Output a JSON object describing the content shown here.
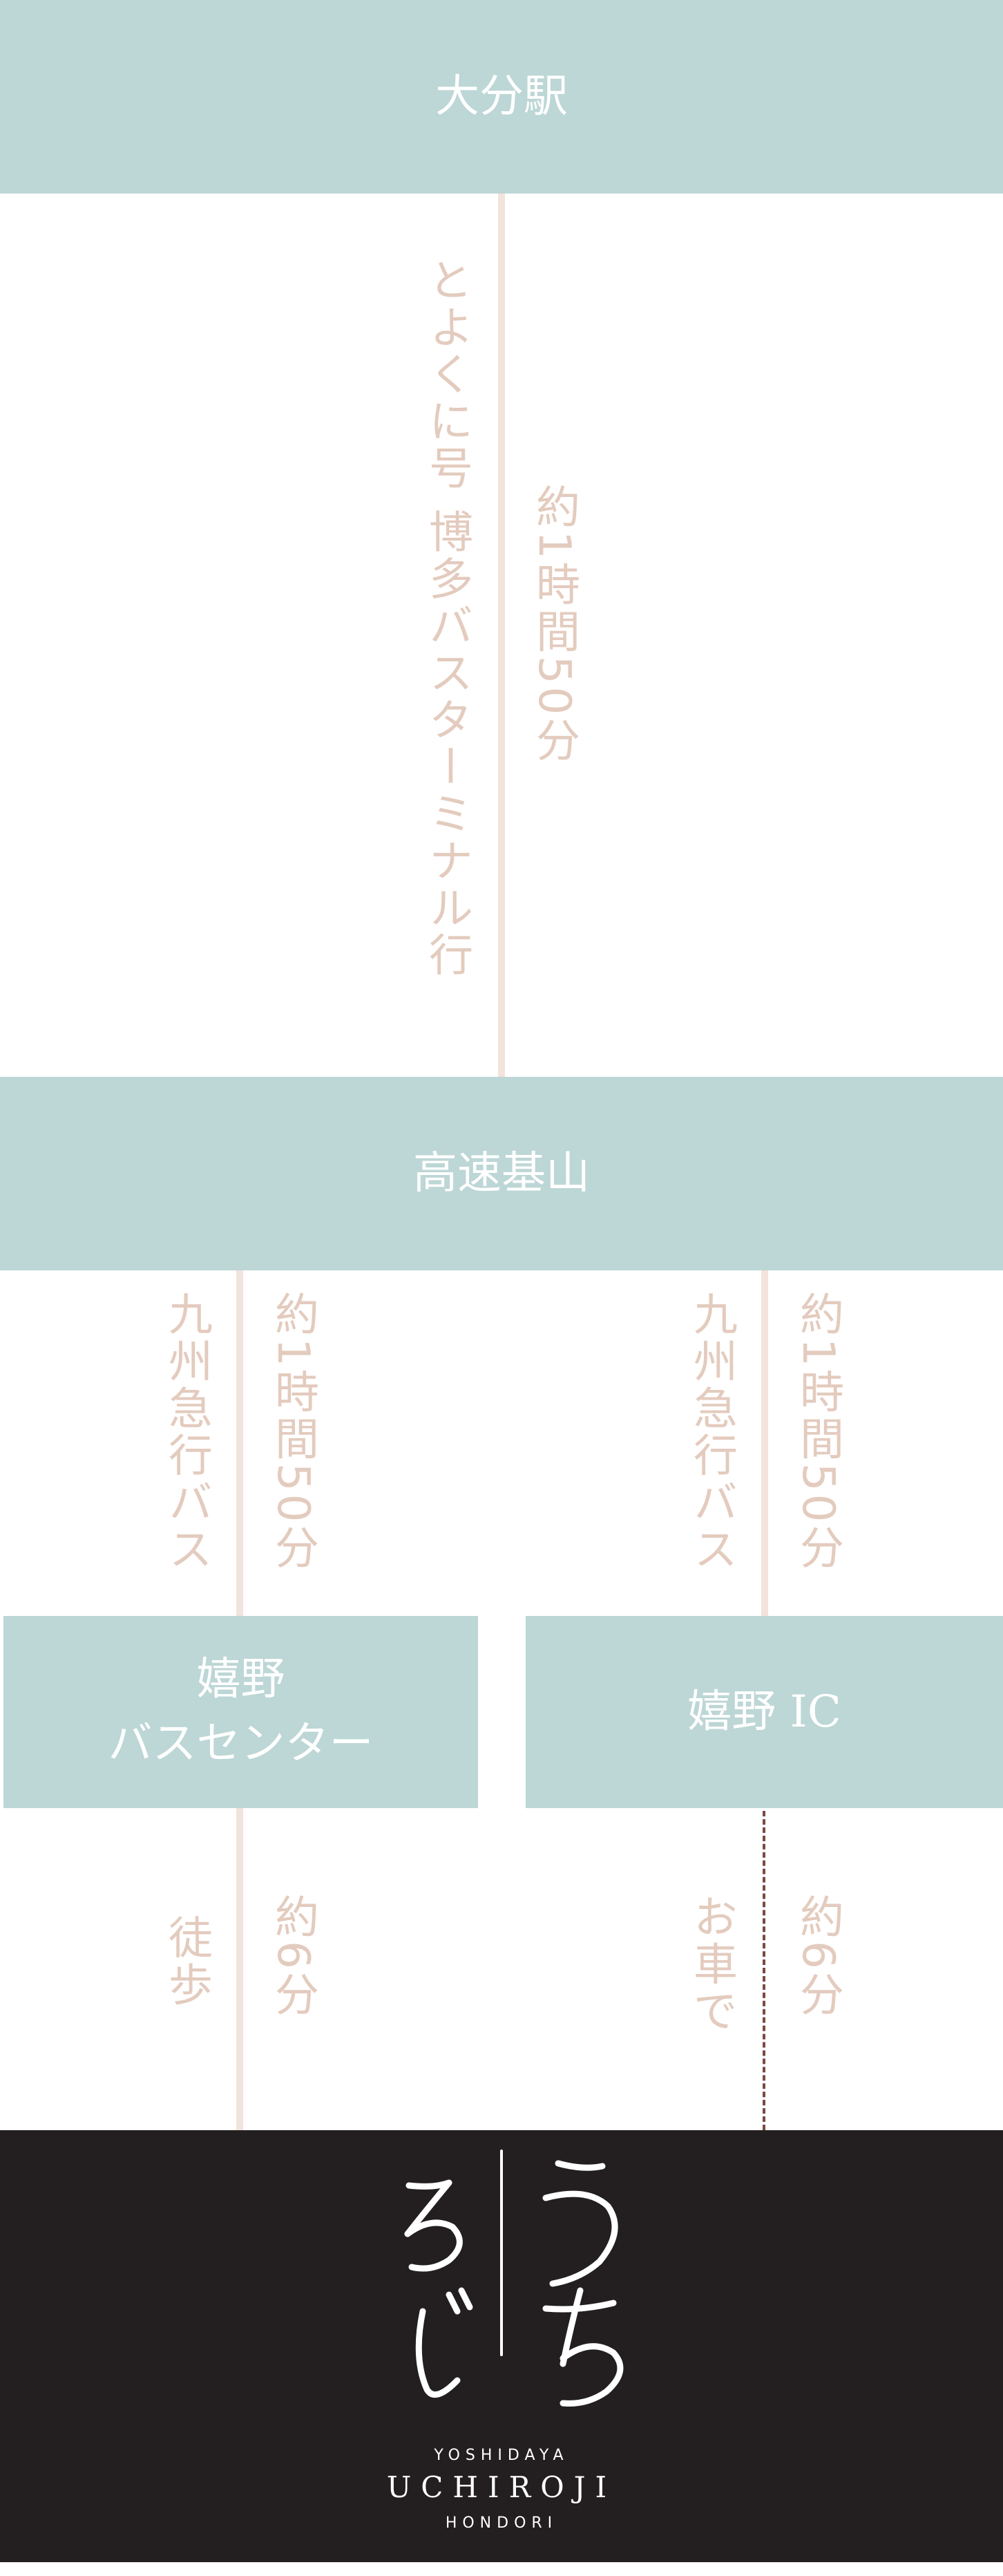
{
  "stations": {
    "oita": "大分駅",
    "kiyama": "高速基山",
    "bus_center_line1": "嬉野",
    "bus_center_line2": "バスセンター",
    "ic": "嬉野 IC"
  },
  "routes": {
    "oita_kiyama": {
      "route": "とよくに号 博多バスターミナル行",
      "duration": "約1時間50分"
    },
    "kiyama_buscenter": {
      "route": "九州急行バス",
      "duration": "約1時間50分"
    },
    "kiyama_ic": {
      "route": "九州急行バス",
      "duration": "約1時間50分"
    },
    "buscenter_dest": {
      "route": "徒歩",
      "duration": "約6分"
    },
    "ic_dest": {
      "route": "お車で",
      "duration": "約6分"
    }
  },
  "colors": {
    "station_box": "#bdd6d6",
    "connector": "#f2e3dc",
    "text_vertical": "#e3cbbe",
    "dashed_line": "#7a4a42",
    "logo_background": "#231f20"
  },
  "logo": {
    "line1": "YOSHIDAYA",
    "line2": "UCHIROJI",
    "line3": "HONDORI",
    "mark": "うちろじ"
  }
}
